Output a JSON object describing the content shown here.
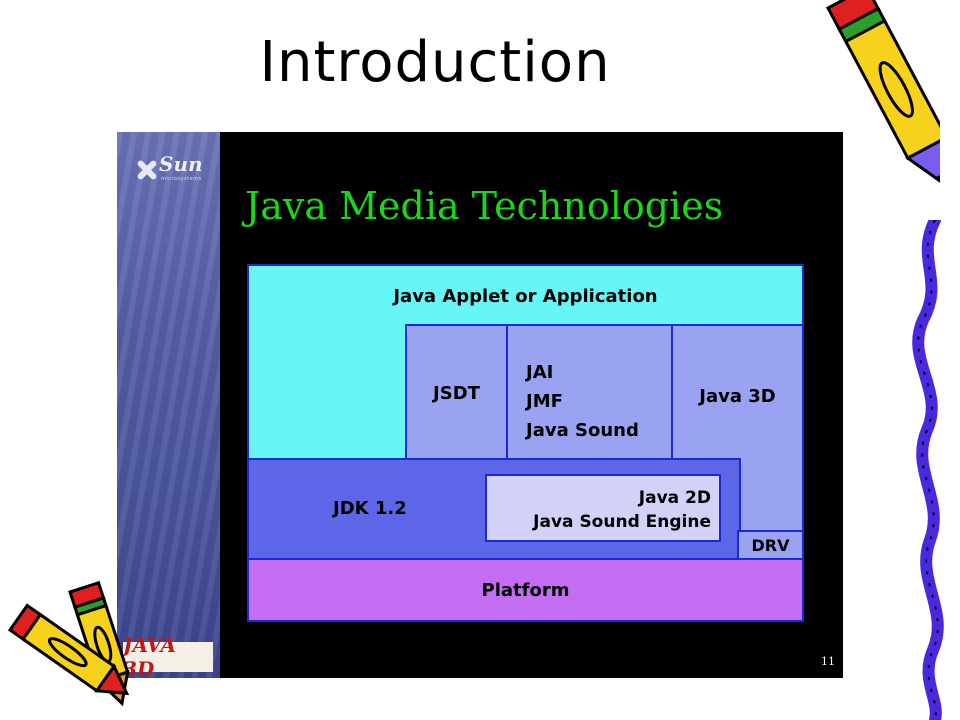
{
  "title": "Introduction",
  "slide": {
    "logo_text": "Sun",
    "logo_subtext": "microsystems",
    "bottom_logo_text": "JAVA 3D",
    "heading": "Java Media Technologies",
    "page_number": "11"
  },
  "diagram": {
    "app": "Java Applet or Application",
    "jsdt": "JSDT",
    "media_lines": [
      "JAI",
      "JMF",
      "Java Sound"
    ],
    "java3d": "Java 3D",
    "jdk": "JDK 1.2",
    "core_lines": [
      "Java 2D",
      "Java Sound Engine"
    ],
    "drv": "DRV",
    "platform": "Platform"
  },
  "colors": {
    "slide_background": "#000000",
    "heading": "#18d818",
    "app_layer": "#66f6f6",
    "api_layer": "#9aa2f2",
    "jdk_layer": "#5e66e8",
    "core_layer": "#d2d2f6",
    "platform_layer": "#c46cf2",
    "border": "#1a2ad0"
  }
}
